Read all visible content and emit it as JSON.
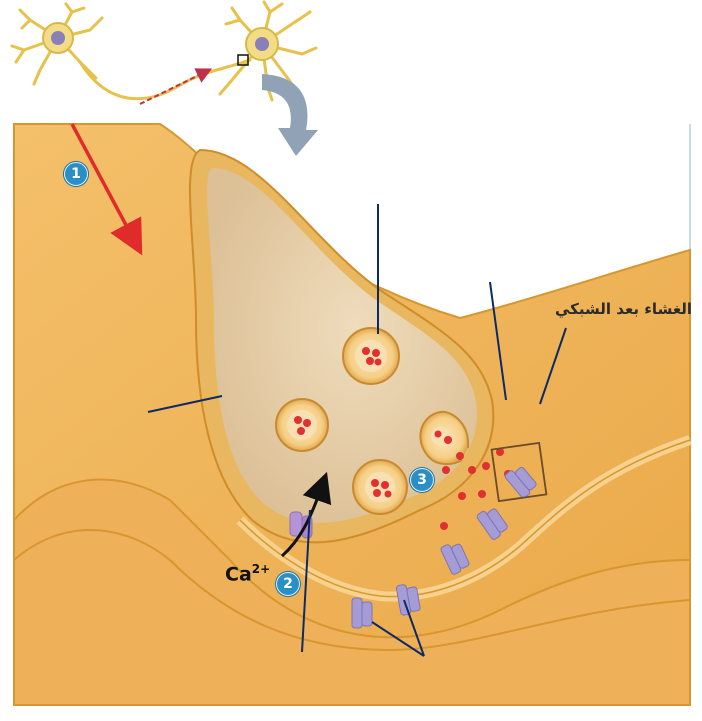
{
  "labels": {
    "postsynaptic_membrane": "الغشاء بعد الشبكي",
    "ion": "Ca",
    "ion_charge": "2+"
  },
  "steps": [
    "1",
    "2",
    "3"
  ],
  "colors": {
    "neuron": "#f1b95a",
    "neuron_edge": "#d8962e",
    "terminal_inner": "#e8cfa4",
    "vesicle": "#f3c878",
    "neurotransmitter": "#e03030",
    "receptor": "#a89ad2",
    "badge": "#2b8fc7",
    "signal_arrow": "#e02b2b",
    "zoom_arrow": "#8fa2b6"
  }
}
